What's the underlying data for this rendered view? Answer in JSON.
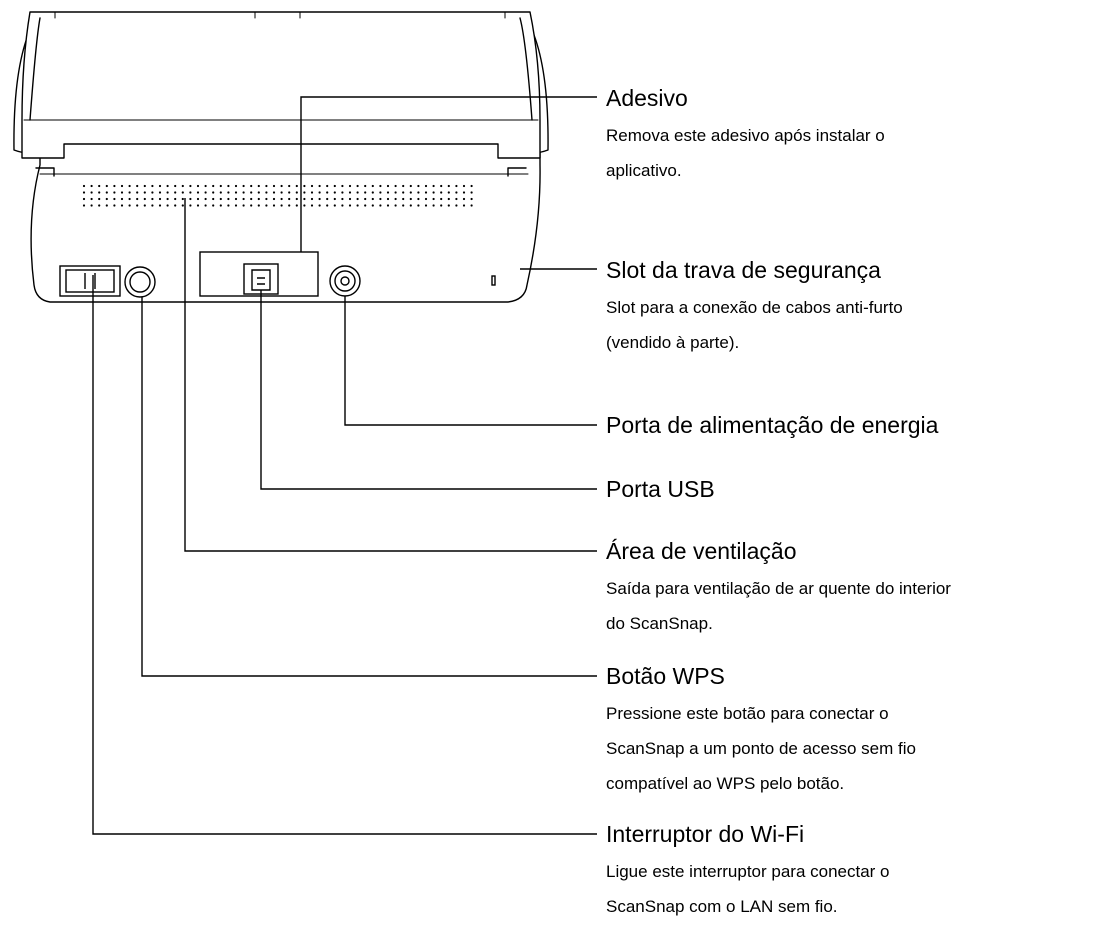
{
  "callouts": [
    {
      "id": "sticker",
      "title": "Adesivo",
      "description": [
        "Remova este adesivo após instalar o",
        "aplicativo."
      ]
    },
    {
      "id": "security-slot",
      "title": "Slot da trava de segurança",
      "description": [
        "Slot para a conexão de cabos anti-furto",
        "(vendido à parte)."
      ]
    },
    {
      "id": "power-port",
      "title": "Porta de alimentação de energia",
      "description": []
    },
    {
      "id": "usb-port",
      "title": "Porta USB",
      "description": []
    },
    {
      "id": "vent",
      "title": "Área de ventilação",
      "description": [
        "Saída para ventilação de ar quente do interior",
        "do ScanSnap."
      ]
    },
    {
      "id": "wps-button",
      "title": "Botão WPS",
      "description": [
        "Pressione este botão para conectar o",
        "ScanSnap a um ponto de acesso sem fio",
        "compatível ao WPS pelo botão."
      ]
    },
    {
      "id": "wifi-switch",
      "title": "Interruptor do Wi-Fi",
      "description": [
        "Ligue este interruptor para conectar o",
        "ScanSnap com o LAN sem fio."
      ]
    }
  ],
  "colors": {
    "line": "#000000",
    "device_fill": "#ffffff",
    "text": "#000000"
  }
}
